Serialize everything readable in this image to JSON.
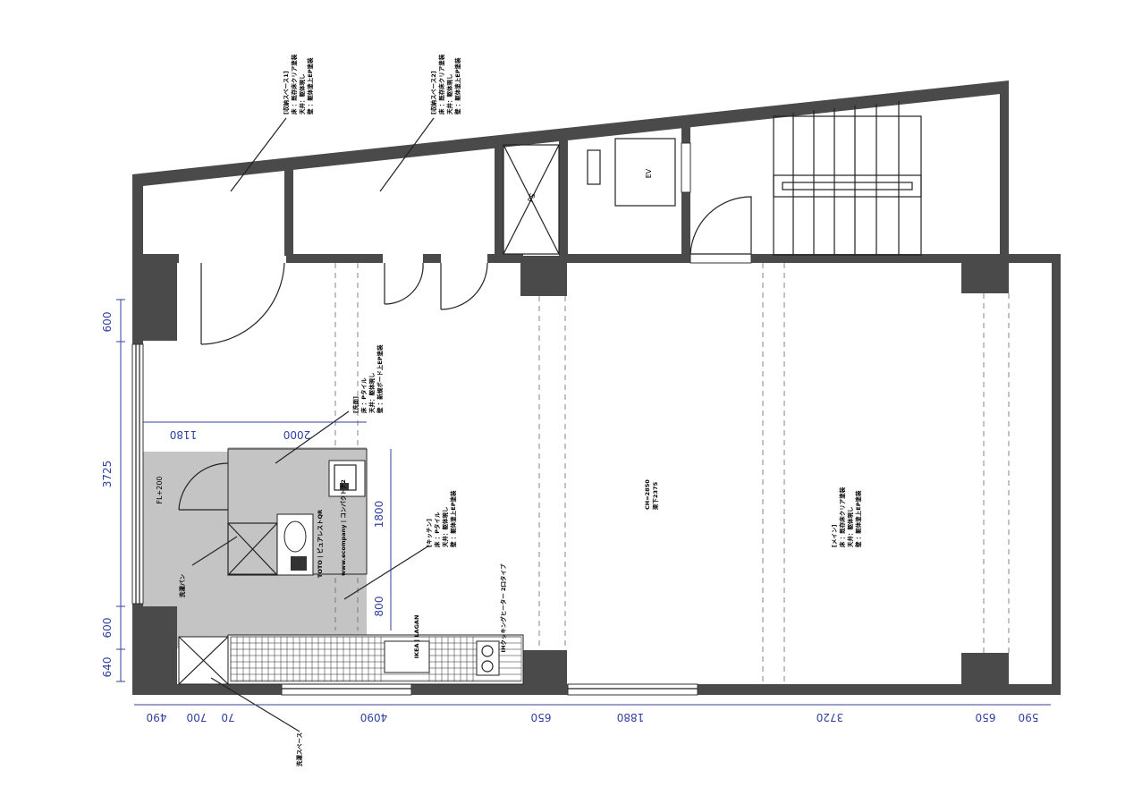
{
  "labels": {
    "storage1": {
      "title": "[収納スペース1]",
      "floor": "床 ：既存床クリア塗装",
      "ceiling": "天井：躯体現し",
      "wall": "壁 ：躯体塗上EP塗装"
    },
    "storage2": {
      "title": "[収納スペース2]",
      "floor": "床 ：既存床クリア塗装",
      "ceiling": "天井：躯体現し",
      "wall": "壁 ：躯体塗上EP塗装"
    },
    "ps": "PS",
    "ev": "EV",
    "washroom": {
      "title": "[洗面]",
      "floor": "床 ：Pタイル",
      "ceiling": "天井：躯体現し",
      "wall": "壁 ：新規ボード上EP塗装"
    },
    "kitchen": {
      "title": "[キッチン]",
      "floor": "床 ：Pタイル",
      "ceiling": "天井：躯体現し",
      "wall": "壁 ：躯体塗上EP塗装"
    },
    "main": {
      "title": "[メイン]",
      "floor": "床 ：既存床クリア塗装",
      "ceiling": "天井：躯体現し",
      "wall": "壁 ：躯体塗上EP塗装"
    },
    "ceiling_height": "CH=2850",
    "beam_height": "梁下2375",
    "fl": "FL+200",
    "washpan": "洗濯パン",
    "toilet": "TOTO | ピュアレストQR",
    "sink": "www.ecompany | コンパクトナ2",
    "fridge": "IKEA | LAGAN",
    "stove": "IHクッキングヒーター 2口タイプ",
    "laundry_space": "洗濯スペース"
  },
  "dimensions": {
    "left": [
      "600",
      "3725",
      "600",
      "640"
    ],
    "bottom": [
      "490",
      "700",
      "70",
      "4090",
      "650",
      "1880",
      "3720",
      "650",
      "590"
    ],
    "wash_top": [
      "1180",
      "2000"
    ],
    "wash_right": [
      "1800",
      "800"
    ]
  },
  "colors": {
    "wall": "#4a4a4a",
    "dimension": "#3040a0",
    "wet_area": "#c4c4c4"
  }
}
